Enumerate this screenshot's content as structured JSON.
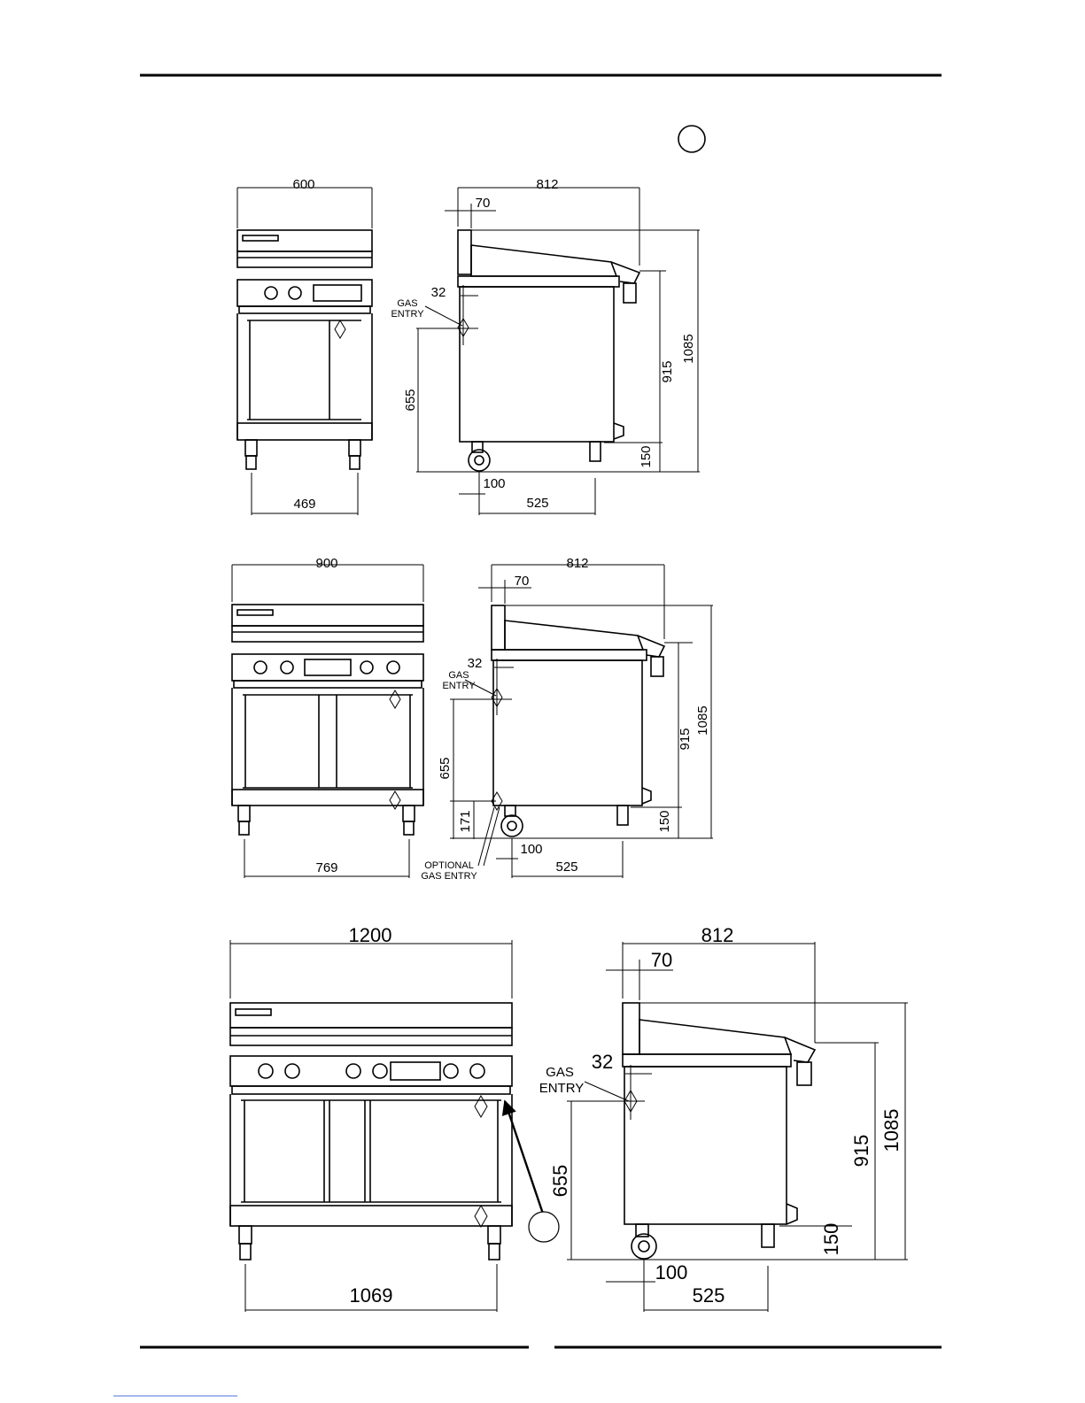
{
  "views": {
    "small": {
      "width": "600",
      "inner_width": "469",
      "side": {
        "depth": "812",
        "back_offset": "70",
        "gas_drop": "32",
        "gas_label_line1": "GAS",
        "gas_label_line2": "ENTRY",
        "gas_height": "655",
        "leg_offset": "100",
        "leg_span": "525",
        "cook_height": "915",
        "total_height": "1085",
        "leg_height": "150"
      }
    },
    "medium": {
      "width": "900",
      "inner_width": "769",
      "side": {
        "depth": "812",
        "back_offset": "70",
        "gas_drop": "32",
        "gas_label_line1": "GAS",
        "gas_label_line2": "ENTRY",
        "gas_height": "655",
        "optional_height": "171",
        "optional_label_line1": "OPTIONAL",
        "optional_label_line2": "GAS ENTRY",
        "leg_offset": "100",
        "leg_span": "525",
        "cook_height": "915",
        "total_height": "1085",
        "leg_height": "150"
      }
    },
    "large": {
      "width": "1200",
      "inner_width": "1069",
      "side": {
        "depth": "812",
        "back_offset": "70",
        "gas_drop": "32",
        "gas_label_line1": "GAS",
        "gas_label_line2": "ENTRY",
        "gas_height": "655",
        "leg_offset": "100",
        "leg_span": "525",
        "cook_height": "915",
        "total_height": "1085",
        "leg_height": "150"
      }
    }
  }
}
